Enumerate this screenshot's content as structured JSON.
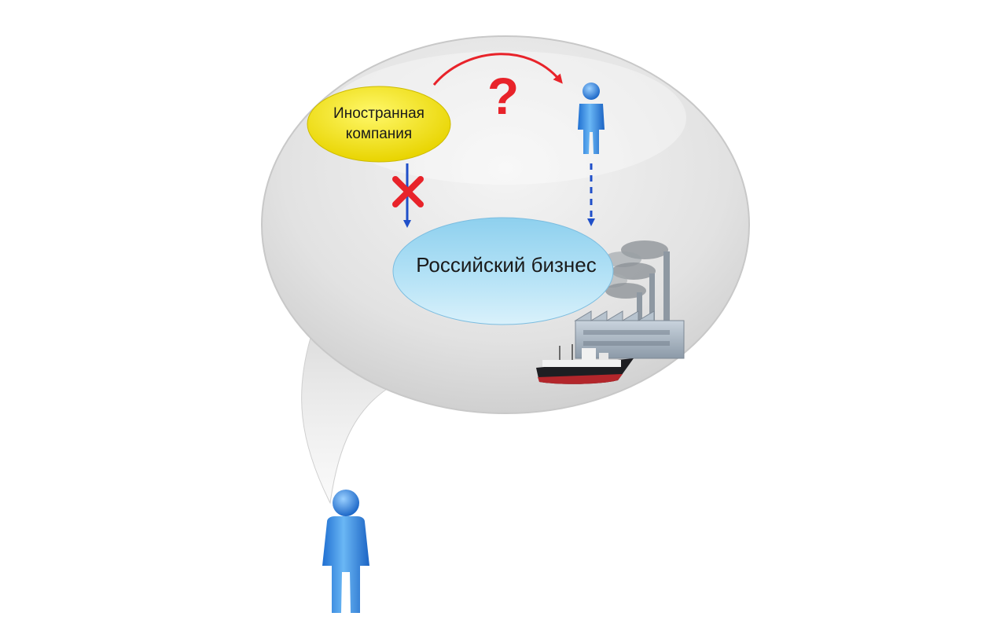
{
  "foreign_company": {
    "line1": "Иностранная",
    "line2": "компания"
  },
  "question_mark": "?",
  "russian_business": {
    "label": "Российский бизнес"
  },
  "colors": {
    "bubble_fill": "#e4e4e4",
    "yellow_ellipse": "#f4e400",
    "blue_ellipse": "#9fd6ef",
    "person_blue": "#3b8fe0",
    "arrow_blue": "#1f4fc9",
    "red": "#e8232a"
  }
}
